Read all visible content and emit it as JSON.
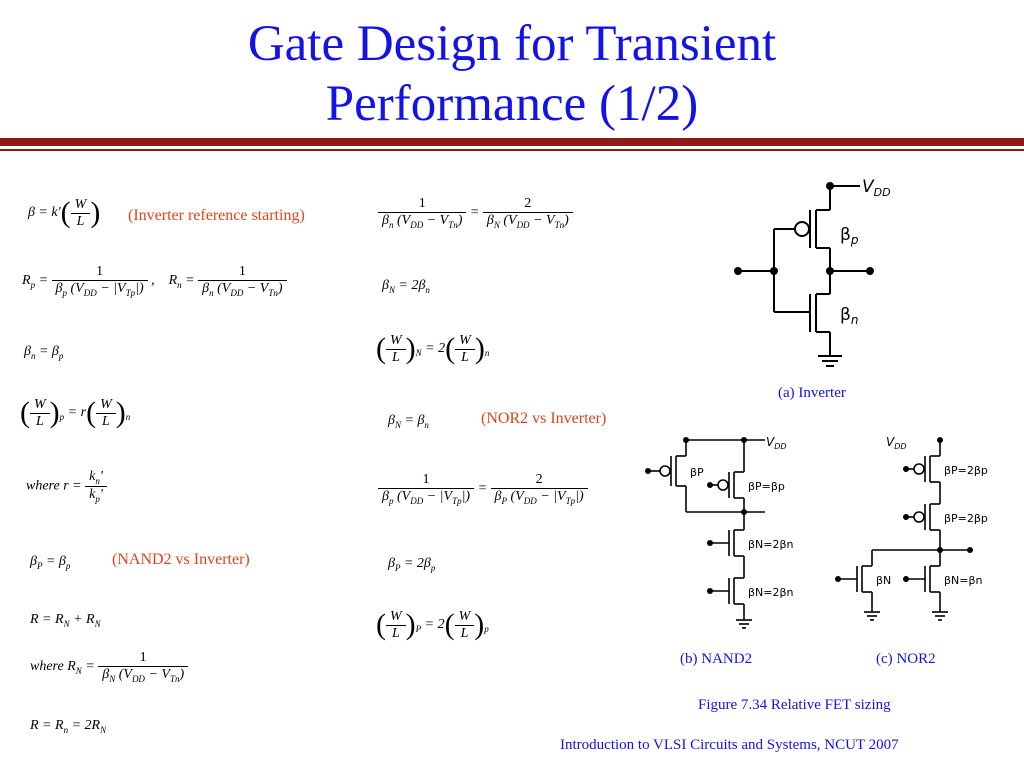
{
  "slide": {
    "title_line1": "Gate Design for Transient",
    "title_line2": "Performance (1/2)"
  },
  "notes": {
    "inverter_ref": "(Inverter reference starting)",
    "nor2_vs_inverter": "(NOR2 vs Inverter)",
    "nand2_vs_inverter": "(NAND2 vs Inverter)"
  },
  "captions": {
    "inverter": "(a) Inverter",
    "nand2": "(b) NAND2",
    "nor2": "(c) NOR2",
    "figure": "Figure 7.34 Relative FET sizing",
    "footer": "Introduction to VLSI Circuits and Systems, NCUT  2007"
  },
  "labels": {
    "vdd": "V",
    "vdd_sub": "DD",
    "beta_p": "β",
    "beta_p_sub": "p",
    "beta_n": "β",
    "beta_n_sub": "n",
    "nand_p1": "βP",
    "nand_p2": "βP=βp",
    "nand_n1": "βN=2βn",
    "nand_n2": "βN=2βn",
    "nor_p1": "βP=2βp",
    "nor_p2": "βP=2βp",
    "nor_n1": "βN",
    "nor_n2": "βN=βn"
  }
}
